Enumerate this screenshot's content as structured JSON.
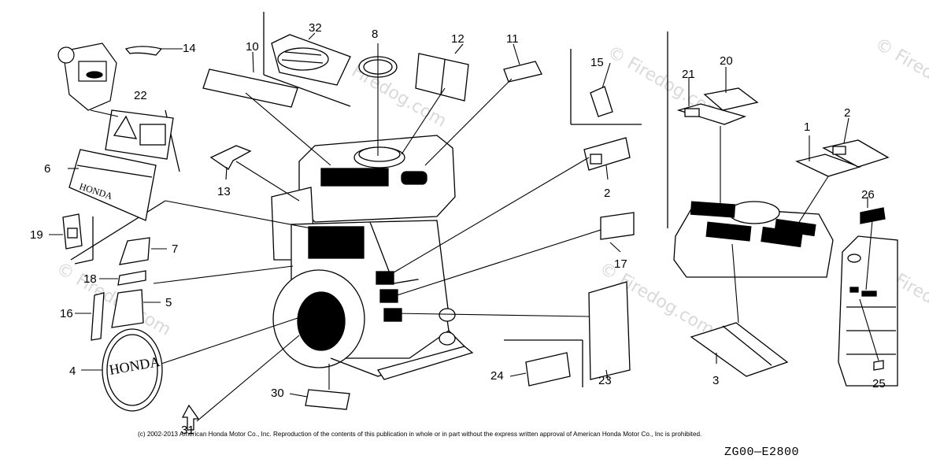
{
  "callouts": [
    "1",
    "2",
    "2",
    "3",
    "4",
    "5",
    "6",
    "7",
    "8",
    "10",
    "11",
    "12",
    "13",
    "14",
    "15",
    "16",
    "17",
    "18",
    "19",
    "20",
    "21",
    "22",
    "23",
    "24",
    "25",
    "26",
    "30",
    "31",
    "32"
  ],
  "label_text": {
    "honda_small": "HONDA",
    "honda_emblem": "HONDA"
  },
  "watermark": "© Firedog.com",
  "copyright": "(c) 2002-2013 American Honda Motor Co., Inc. Reproduction of the contents of this publication in whole or in part without the express written approval of American Honda Motor Co., Inc is prohibited.",
  "drawing_code": "ZG00—E2800"
}
